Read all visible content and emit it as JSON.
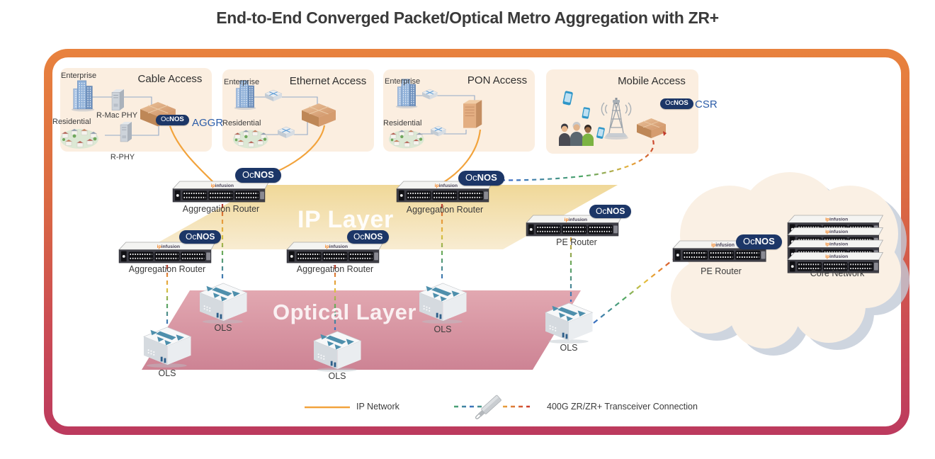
{
  "title": "End-to-End Converged Packet/Optical Metro Aggregation with ZR+",
  "brand": {
    "ocnos_oc": "Oc",
    "ocnos_nos": "NOS",
    "ipinfusion_ip": "ip",
    "ipinfusion_rest": "infusion"
  },
  "access": {
    "cable": {
      "title": "Cable Access",
      "enterprise": "Enterprise",
      "residential": "Residential",
      "rmac_phy": "R-Mac PHY",
      "r_phy": "R-PHY",
      "aggr": "AGGR"
    },
    "ethernet": {
      "title": "Ethernet Access",
      "enterprise": "Enterprise",
      "residential": "Residential"
    },
    "pon": {
      "title": "PON Access",
      "enterprise": "Enterprise",
      "residential": "Residential"
    },
    "mobile": {
      "title": "Mobile Access",
      "csr": "CSR"
    }
  },
  "layers": {
    "ip": "IP Layer",
    "optical": "Optical Layer"
  },
  "devices": {
    "aggregation_router": "Aggregation Router",
    "pe_router": "PE Router",
    "core_network": "Core Network",
    "ols": "OLS"
  },
  "legend": {
    "ip_network": "IP Network",
    "zr_connection": "400G ZR/ZR+ Transceiver Connection"
  },
  "colors": {
    "frame_top": "#E8823E",
    "frame_bottom": "#BC3A5E",
    "access_bg": "#FBEEE0",
    "badge_bg": "#1C3667",
    "accent_blue": "#2B5CA8",
    "ip_line": "#F2A33C",
    "ip_band": "#F0D898",
    "optical_band": "#D08A9A"
  }
}
